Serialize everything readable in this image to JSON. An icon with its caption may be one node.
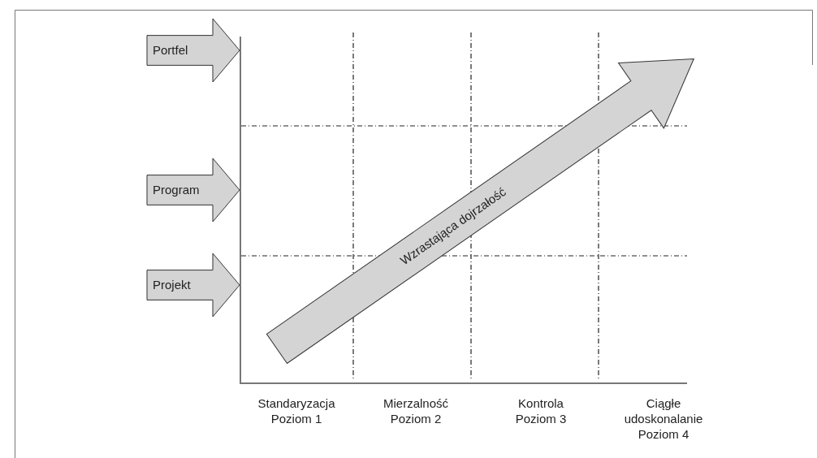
{
  "diagram": {
    "nodes": [
      {
        "text": [
          "Portfel"
        ]
      },
      {
        "text": [
          "Program"
        ]
      },
      {
        "text": [
          "Projekt"
        ]
      },
      {
        "text": [
          "Wzrastająca dojrzałość"
        ]
      }
    ],
    "edges": [],
    "labels": [
      "Standaryzacja Poziom 1",
      "Mierzalność Poziom 2",
      "Kontrola Poziom 3",
      "Ciągłe udoskonalanie Poziom 4"
    ]
  }
}
